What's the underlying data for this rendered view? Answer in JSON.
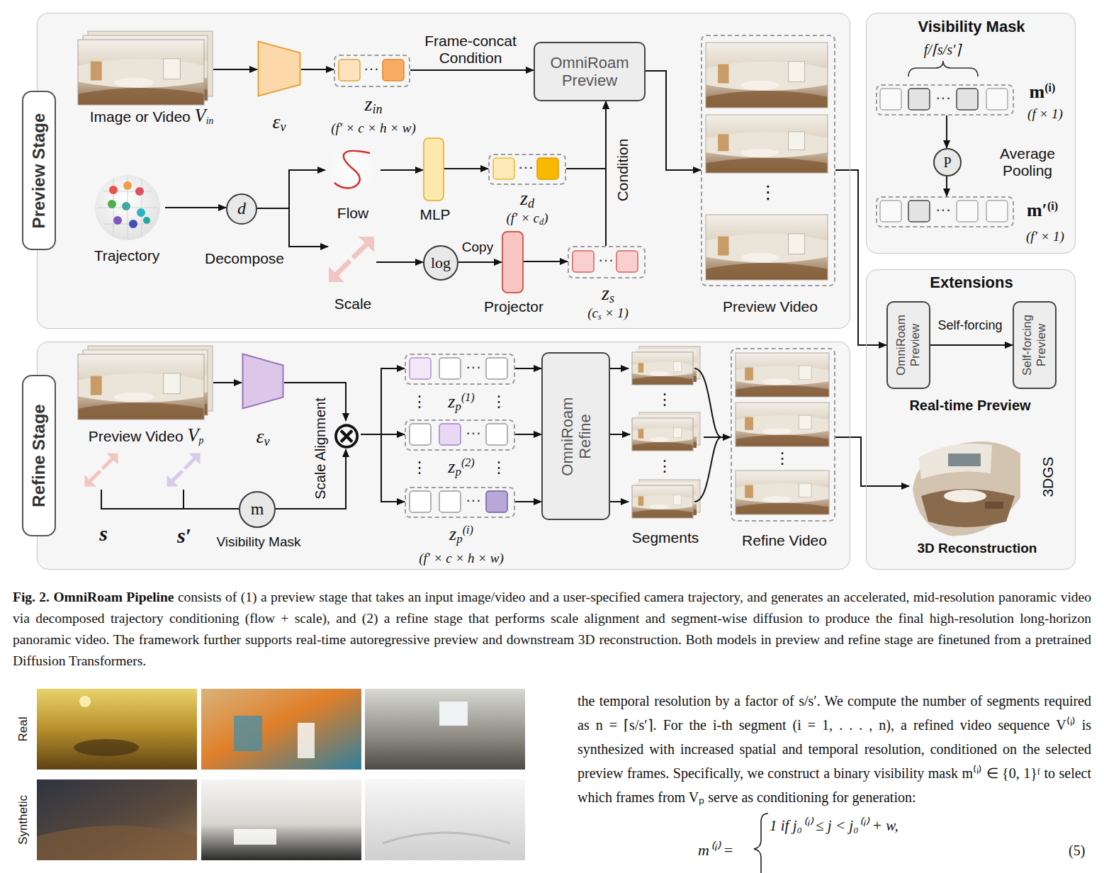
{
  "diagram": {
    "caption": "Fig. 2. OmniRoam Pipeline consists of (1) a preview stage that takes an input image/video and a user-specified camera trajectory, and generates an accelerated, mid-resolution panoramic video via decomposed trajectory conditioning (flow + scale), and (2) a refine stage that performs scale alignment and segment-wise diffusion to produce the final high-resolution long-horizon panoramic video. The framework further supports real-time autoregressive preview and downstream 3D reconstruction. Both models in preview and refine stage are finetuned from a pretrained Diffusion Transformers.",
    "nodes": [
      {
        "text": [
          "Preview Stage"
        ]
      },
      {
        "text": [
          "Image or Video Vin"
        ],
        "in": 0
      },
      {
        "text": [
          "εv"
        ],
        "in": 0
      },
      {
        "text": [
          "zin",
          "(f′ × c × h × w)"
        ],
        "in": 0
      },
      {
        "text": [
          "OmniRoam Preview"
        ],
        "in": 0
      },
      {
        "text": [
          "Preview Video"
        ],
        "in": 0
      },
      {
        "text": [
          "Trajectory"
        ],
        "in": 0
      },
      {
        "text": [
          "d",
          "Decompose"
        ],
        "in": 0
      },
      {
        "text": [
          "Flow"
        ],
        "in": 0
      },
      {
        "text": [
          "MLP"
        ],
        "in": 0
      },
      {
        "text": [
          "zd",
          "(f′ × cd)"
        ],
        "in": 0
      },
      {
        "text": [
          "Scale"
        ],
        "in": 0
      },
      {
        "text": [
          "log"
        ],
        "in": 0
      },
      {
        "text": [
          "Projector"
        ],
        "in": 0
      },
      {
        "text": [
          "zs",
          "(cs × 1)"
        ],
        "in": 0
      },
      {
        "text": [
          "Visibility Mask"
        ]
      },
      {
        "text": [
          "m(i)",
          "(f × 1)"
        ],
        "in": 15
      },
      {
        "text": [
          "P"
        ],
        "in": 15
      },
      {
        "text": [
          "m′(i)",
          "(f′ × 1)"
        ],
        "in": 15
      },
      {
        "text": [
          "Extensions"
        ]
      },
      {
        "text": [
          "OmniRoam Preview"
        ],
        "in": 19
      },
      {
        "text": [
          "Self-forcing Preview"
        ],
        "in": 19
      },
      {
        "text": [
          "3DGS",
          "3D Reconstruction"
        ],
        "in": 19
      },
      {
        "text": [
          "Refine Stage"
        ]
      },
      {
        "text": [
          "Preview Video Vp"
        ],
        "in": 23
      },
      {
        "text": [
          "εv"
        ],
        "in": 23
      },
      {
        "text": [
          "⊗"
        ],
        "in": 23
      },
      {
        "text": [
          "s"
        ],
        "in": 23
      },
      {
        "text": [
          "s′"
        ],
        "in": 23
      },
      {
        "text": [
          "m",
          "Visibility Mask"
        ],
        "in": 23
      },
      {
        "text": [
          "zp(1)"
        ],
        "in": 23
      },
      {
        "text": [
          "zp(2)"
        ],
        "in": 23
      },
      {
        "text": [
          "zp(i)",
          "(f′ × c × h × w)"
        ],
        "in": 23
      },
      {
        "text": [
          "OmniRoam Refine"
        ],
        "in": 23
      },
      {
        "text": [
          "Segments"
        ],
        "in": 23
      },
      {
        "text": [
          "Refine Video"
        ],
        "in": 23
      }
    ],
    "edges": [
      {
        "from": 1,
        "to": 2,
        "arrow": "to"
      },
      {
        "from": 2,
        "to": 3,
        "arrow": "to"
      },
      {
        "from": 3,
        "to": 4,
        "label": "Frame-concat Condition",
        "arrow": "to"
      },
      {
        "from": 4,
        "to": 5,
        "arrow": "to"
      },
      {
        "from": 6,
        "to": 7,
        "arrow": "to"
      },
      {
        "from": 7,
        "to": 8,
        "arrow": "to"
      },
      {
        "from": 7,
        "to": 11,
        "arrow": "to"
      },
      {
        "from": 8,
        "to": 9,
        "arrow": "to"
      },
      {
        "from": 9,
        "to": 10,
        "arrow": "to"
      },
      {
        "from": 10,
        "to": 4,
        "arrow": "to"
      },
      {
        "from": 11,
        "to": 12,
        "arrow": "to"
      },
      {
        "from": 12,
        "to": 13,
        "label": "Copy",
        "arrow": "to"
      },
      {
        "from": 13,
        "to": 14,
        "arrow": "to"
      },
      {
        "from": 14,
        "to": 4,
        "label": "Condition",
        "arrow": "to"
      },
      {
        "from": 16,
        "to": 17,
        "arrow": "to"
      },
      {
        "from": 17,
        "to": 18,
        "arrow": "to"
      },
      {
        "from": 5,
        "to": 20,
        "arrow": "to"
      },
      {
        "from": 20,
        "to": 21,
        "label": "Self-forcing",
        "arrow": "to"
      },
      {
        "from": 24,
        "to": 25,
        "arrow": "to"
      },
      {
        "from": 25,
        "to": 26,
        "arrow": "to"
      },
      {
        "from": 27,
        "to": 29,
        "arrow": "none"
      },
      {
        "from": 28,
        "to": 29,
        "arrow": "none"
      },
      {
        "from": 29,
        "to": 26,
        "label": "Scale Alignment",
        "arrow": "to"
      },
      {
        "from": 26,
        "to": 30,
        "arrow": "to"
      },
      {
        "from": 26,
        "to": 31,
        "arrow": "to"
      },
      {
        "from": 26,
        "to": 32,
        "arrow": "to"
      },
      {
        "from": 30,
        "to": 33,
        "arrow": "to"
      },
      {
        "from": 31,
        "to": 33,
        "arrow": "to"
      },
      {
        "from": 32,
        "to": 33,
        "arrow": "to"
      },
      {
        "from": 33,
        "to": 34,
        "arrow": "to"
      },
      {
        "from": 34,
        "to": 35,
        "arrow": "to"
      },
      {
        "from": 35,
        "to": 22,
        "arrow": "to"
      }
    ],
    "labels": [
      "···",
      "···",
      "···",
      "⋮",
      "f/⌈s/s′⌉",
      "···",
      "Average Pooling",
      "···",
      "Real-time Preview",
      "···",
      "···",
      "···",
      "⋮",
      "⋮",
      "⋮",
      "⋮",
      "⋮",
      "⋮",
      "⋮",
      "Real",
      "Synthetic",
      "the temporal resolution by a factor of s/s′. We compute the number of segments required as n = ⌈s/s′⌉. For the i-th segment (i = 1, . . . , n), a refined video sequence V⁽ⁱ⁾ is synthesized with increased spatial and temporal resolution, conditioned on the selected preview frames. Specifically, we construct a binary visibility mask m⁽ⁱ⁾ ∈ {0, 1}ᶠ to select which frames from Vₚ serve as conditioning for generation:",
      "m⁽ⁱ⁾ =",
      "1 if j₀⁽ⁱ⁾ ≤ j < j₀⁽ⁱ⁾ + w,",
      "(5)"
    ]
  }
}
